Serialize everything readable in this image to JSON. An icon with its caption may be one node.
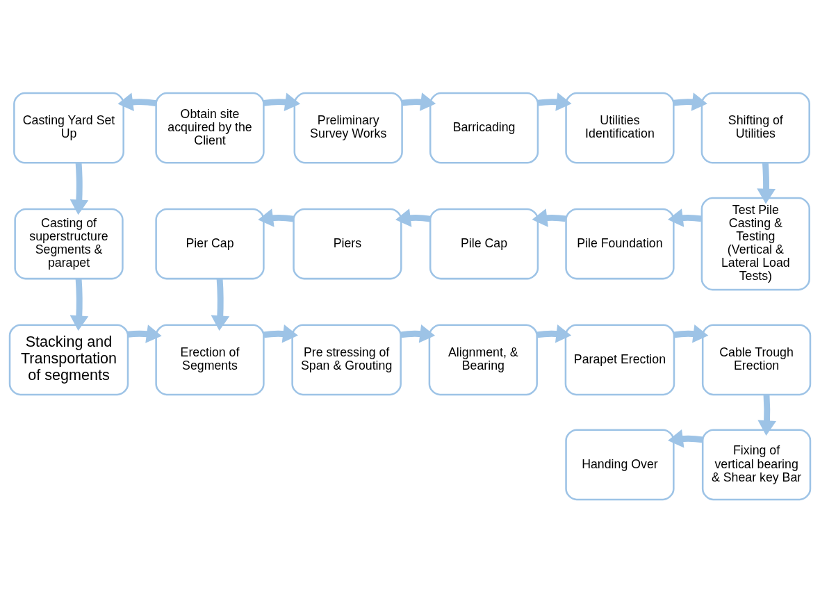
{
  "diagram": {
    "nodes": [
      {
        "text": [
          "Casting Yard Set Up"
        ]
      },
      {
        "text": [
          "Obtain site acquired by the Client"
        ]
      },
      {
        "text": [
          "Preliminary Survey Works"
        ]
      },
      {
        "text": [
          "Barricading"
        ]
      },
      {
        "text": [
          "Utilities Identification"
        ]
      },
      {
        "text": [
          "Shifting of Utilities"
        ]
      },
      {
        "text": [
          "Casting of superstructure Segments & parapet"
        ]
      },
      {
        "text": [
          "Pier Cap"
        ]
      },
      {
        "text": [
          "Piers"
        ]
      },
      {
        "text": [
          "Pile Cap"
        ]
      },
      {
        "text": [
          "Pile Foundation"
        ]
      },
      {
        "text": [
          "Test Pile Casting & Testing (Vertical & Lateral Load Tests)"
        ]
      },
      {
        "text": [
          "Stacking and Transportation of segments"
        ]
      },
      {
        "text": [
          "Erection of Segments"
        ]
      },
      {
        "text": [
          "Pre stressing of Span & Grouting"
        ]
      },
      {
        "text": [
          "Alignment, & Bearing"
        ]
      },
      {
        "text": [
          "Parapet Erection"
        ]
      },
      {
        "text": [
          "Cable Trough Erection"
        ]
      },
      {
        "text": [
          "Handing Over"
        ]
      },
      {
        "text": [
          "Fixing of vertical bearing & Shear key Bar"
        ]
      }
    ],
    "edges": [
      {
        "from": 1,
        "to": 0,
        "arrow": "to"
      },
      {
        "from": 1,
        "to": 2,
        "arrow": "to"
      },
      {
        "from": 2,
        "to": 3,
        "arrow": "to"
      },
      {
        "from": 3,
        "to": 4,
        "arrow": "to"
      },
      {
        "from": 4,
        "to": 5,
        "arrow": "to"
      },
      {
        "from": 5,
        "to": 11,
        "arrow": "to"
      },
      {
        "from": 11,
        "to": 10,
        "arrow": "to"
      },
      {
        "from": 10,
        "to": 9,
        "arrow": "to"
      },
      {
        "from": 9,
        "to": 8,
        "arrow": "to"
      },
      {
        "from": 8,
        "to": 7,
        "arrow": "to"
      },
      {
        "from": 0,
        "to": 6,
        "arrow": "to"
      },
      {
        "from": 6,
        "to": 12,
        "arrow": "to"
      },
      {
        "from": 7,
        "to": 13,
        "arrow": "to"
      },
      {
        "from": 12,
        "to": 13,
        "arrow": "to"
      },
      {
        "from": 13,
        "to": 14,
        "arrow": "to"
      },
      {
        "from": 14,
        "to": 15,
        "arrow": "to"
      },
      {
        "from": 15,
        "to": 16,
        "arrow": "to"
      },
      {
        "from": 16,
        "to": 17,
        "arrow": "to"
      },
      {
        "from": 17,
        "to": 19,
        "arrow": "to"
      },
      {
        "from": 19,
        "to": 18,
        "arrow": "to"
      }
    ]
  }
}
